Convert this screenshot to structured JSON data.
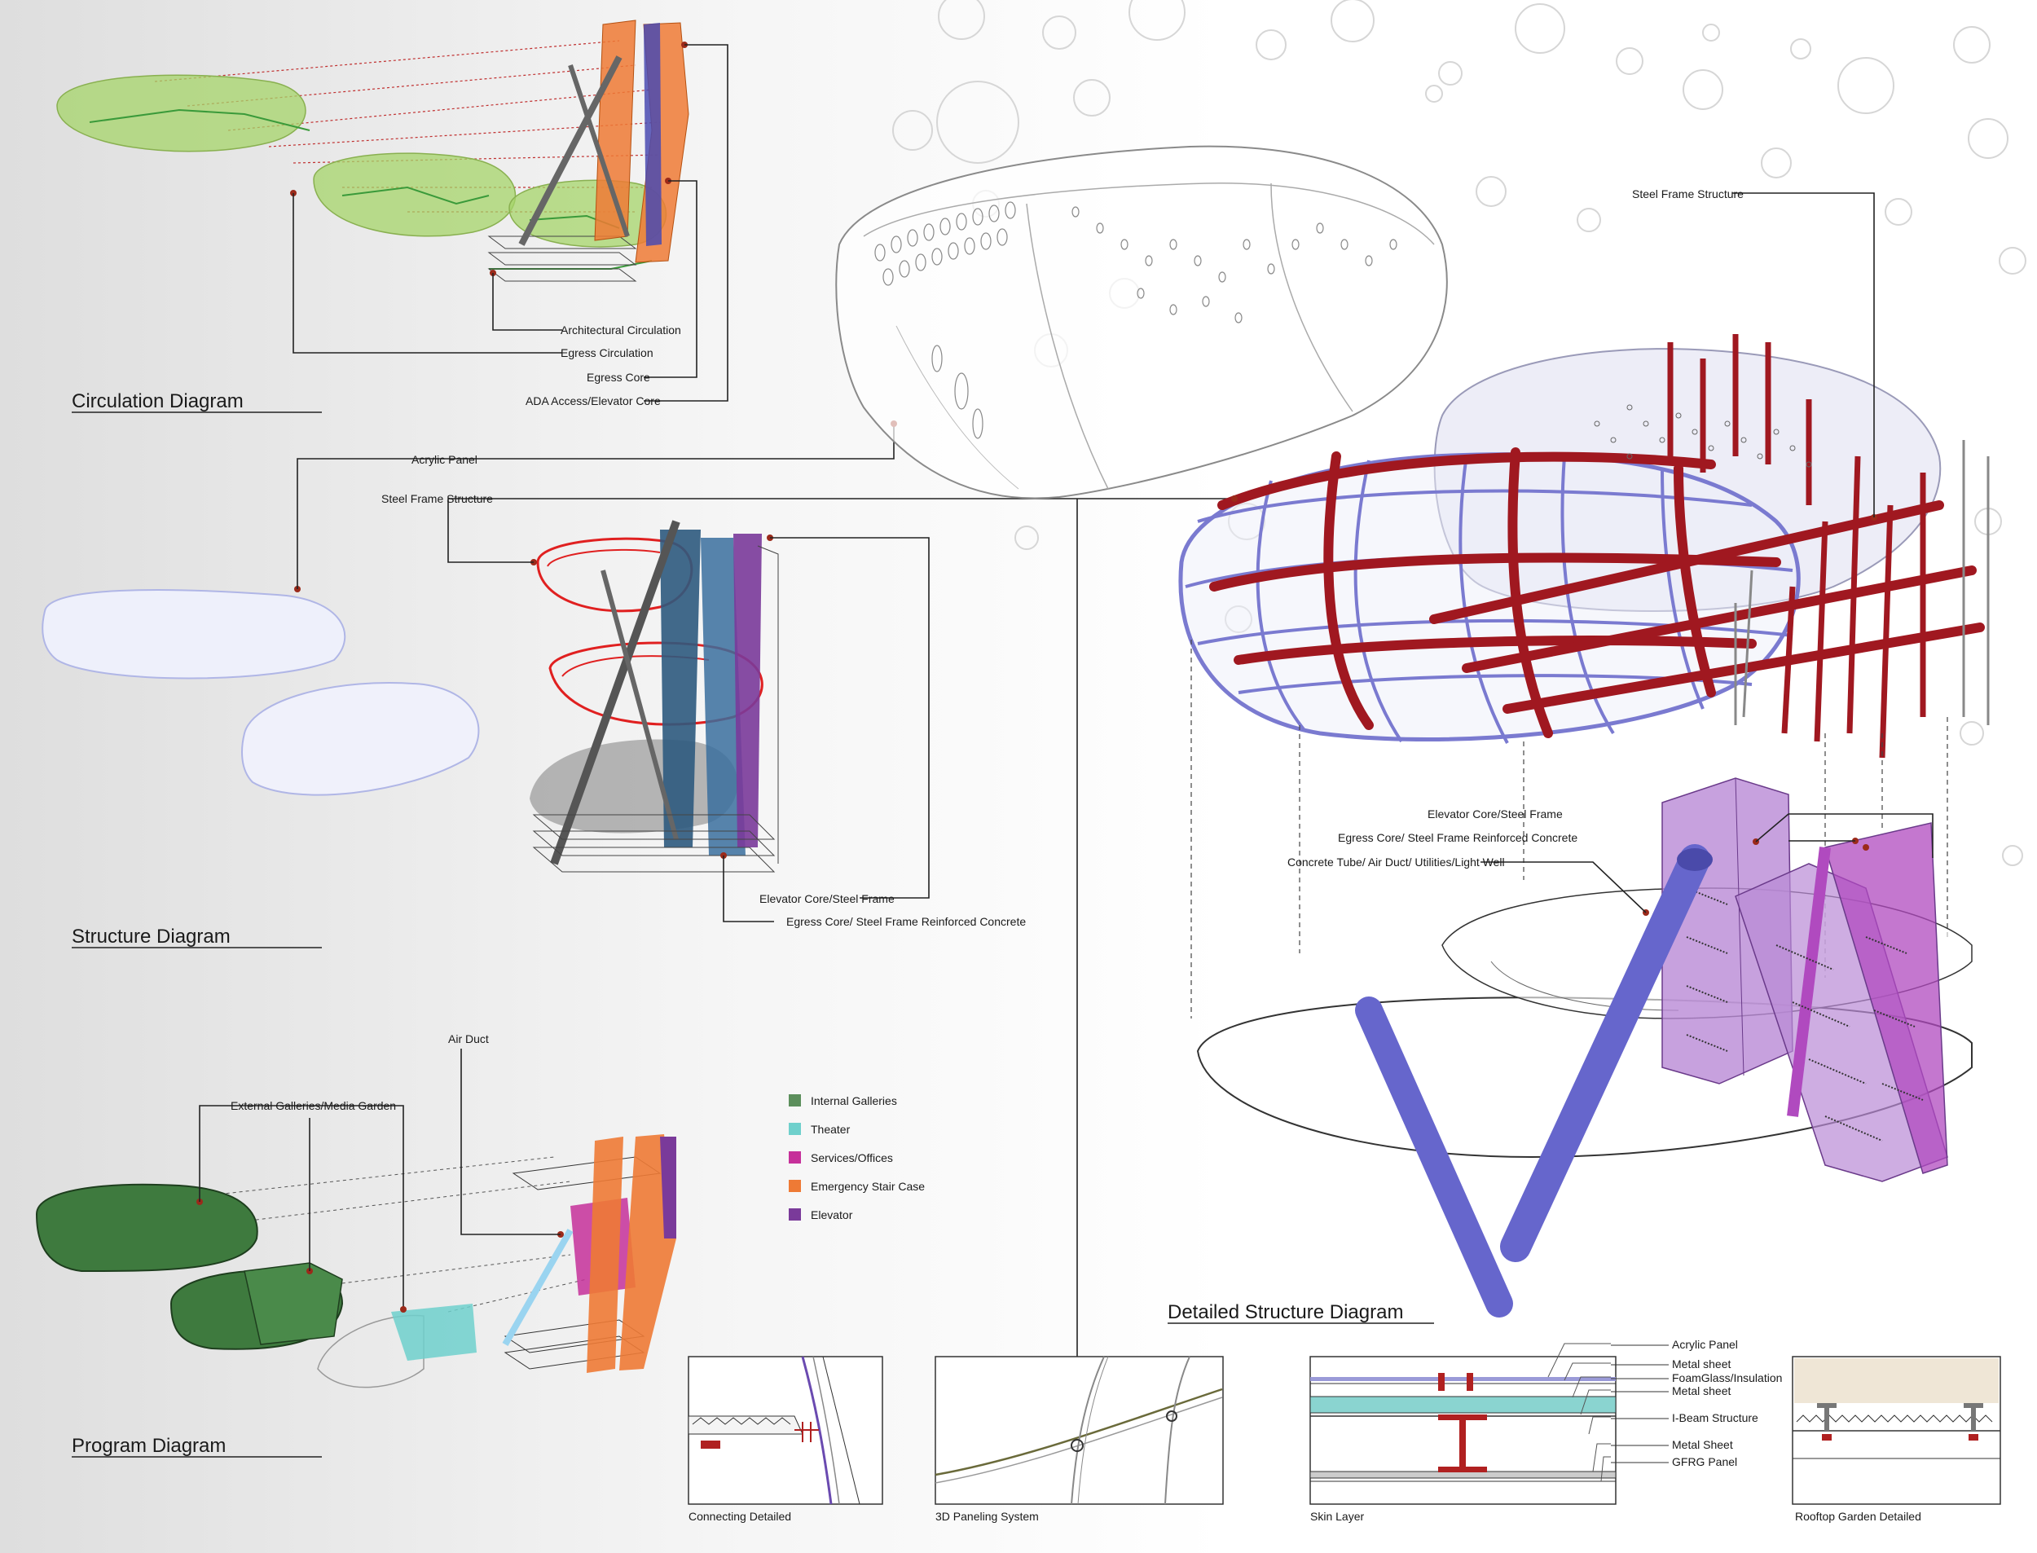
{
  "titles": {
    "circulation": "Circulation Diagram",
    "structure": "Structure Diagram",
    "program": "Program Diagram",
    "detailed": "Detailed Structure Diagram"
  },
  "circulation_labels": {
    "architectural": "Architectural Circulation",
    "egress": "Egress Circulation",
    "egress_core": "Egress Core",
    "ada": "ADA Access/Elevator Core"
  },
  "structure_labels": {
    "acrylic_panel": "Acrylic Panel",
    "steel_frame": "Steel Frame Structure",
    "elevator_core": "Elevator Core/Steel Frame",
    "egress_core": "Egress Core/ Steel Frame Reinforced Concrete"
  },
  "program_labels": {
    "external_galleries": "External Galleries/Media Garden",
    "air_duct": "Air Duct"
  },
  "legend": [
    {
      "label": "Internal Galleries",
      "color": "#5c8f5c"
    },
    {
      "label": "Theater",
      "color": "#6fd0cc"
    },
    {
      "label": "Services/Offices",
      "color": "#c6309a"
    },
    {
      "label": "Emergency Stair Case",
      "color": "#ee7a35"
    },
    {
      "label": "Elevator",
      "color": "#7a3a9a"
    }
  ],
  "detailed_labels": {
    "steel_frame": "Steel Frame Structure",
    "elevator_core": "Elevator Core/Steel Frame",
    "egress_core": "Egress Core/ Steel Frame Reinforced Concrete",
    "concrete_tube": "Concrete Tube/ Air Duct/ Utilities/Light Well"
  },
  "details": {
    "connecting": "Connecting Detailed",
    "paneling": "3D Paneling System",
    "skin": "Skin Layer",
    "rooftop": "Rooftop Garden Detailed"
  },
  "skin_layers": [
    "Acrylic Panel",
    "Metal sheet",
    "FoamGlass/Insulation",
    "Metal sheet",
    "I-Beam Structure",
    "Metal Sheet",
    "GFRG Panel"
  ],
  "colors": {
    "steel_red": "#a01820",
    "grid_blue": "#7a7ad0",
    "core_purple": "#b98ad6",
    "tube_blue": "#6666cc",
    "green": "#a6d46a",
    "orange": "#ee7a35"
  }
}
